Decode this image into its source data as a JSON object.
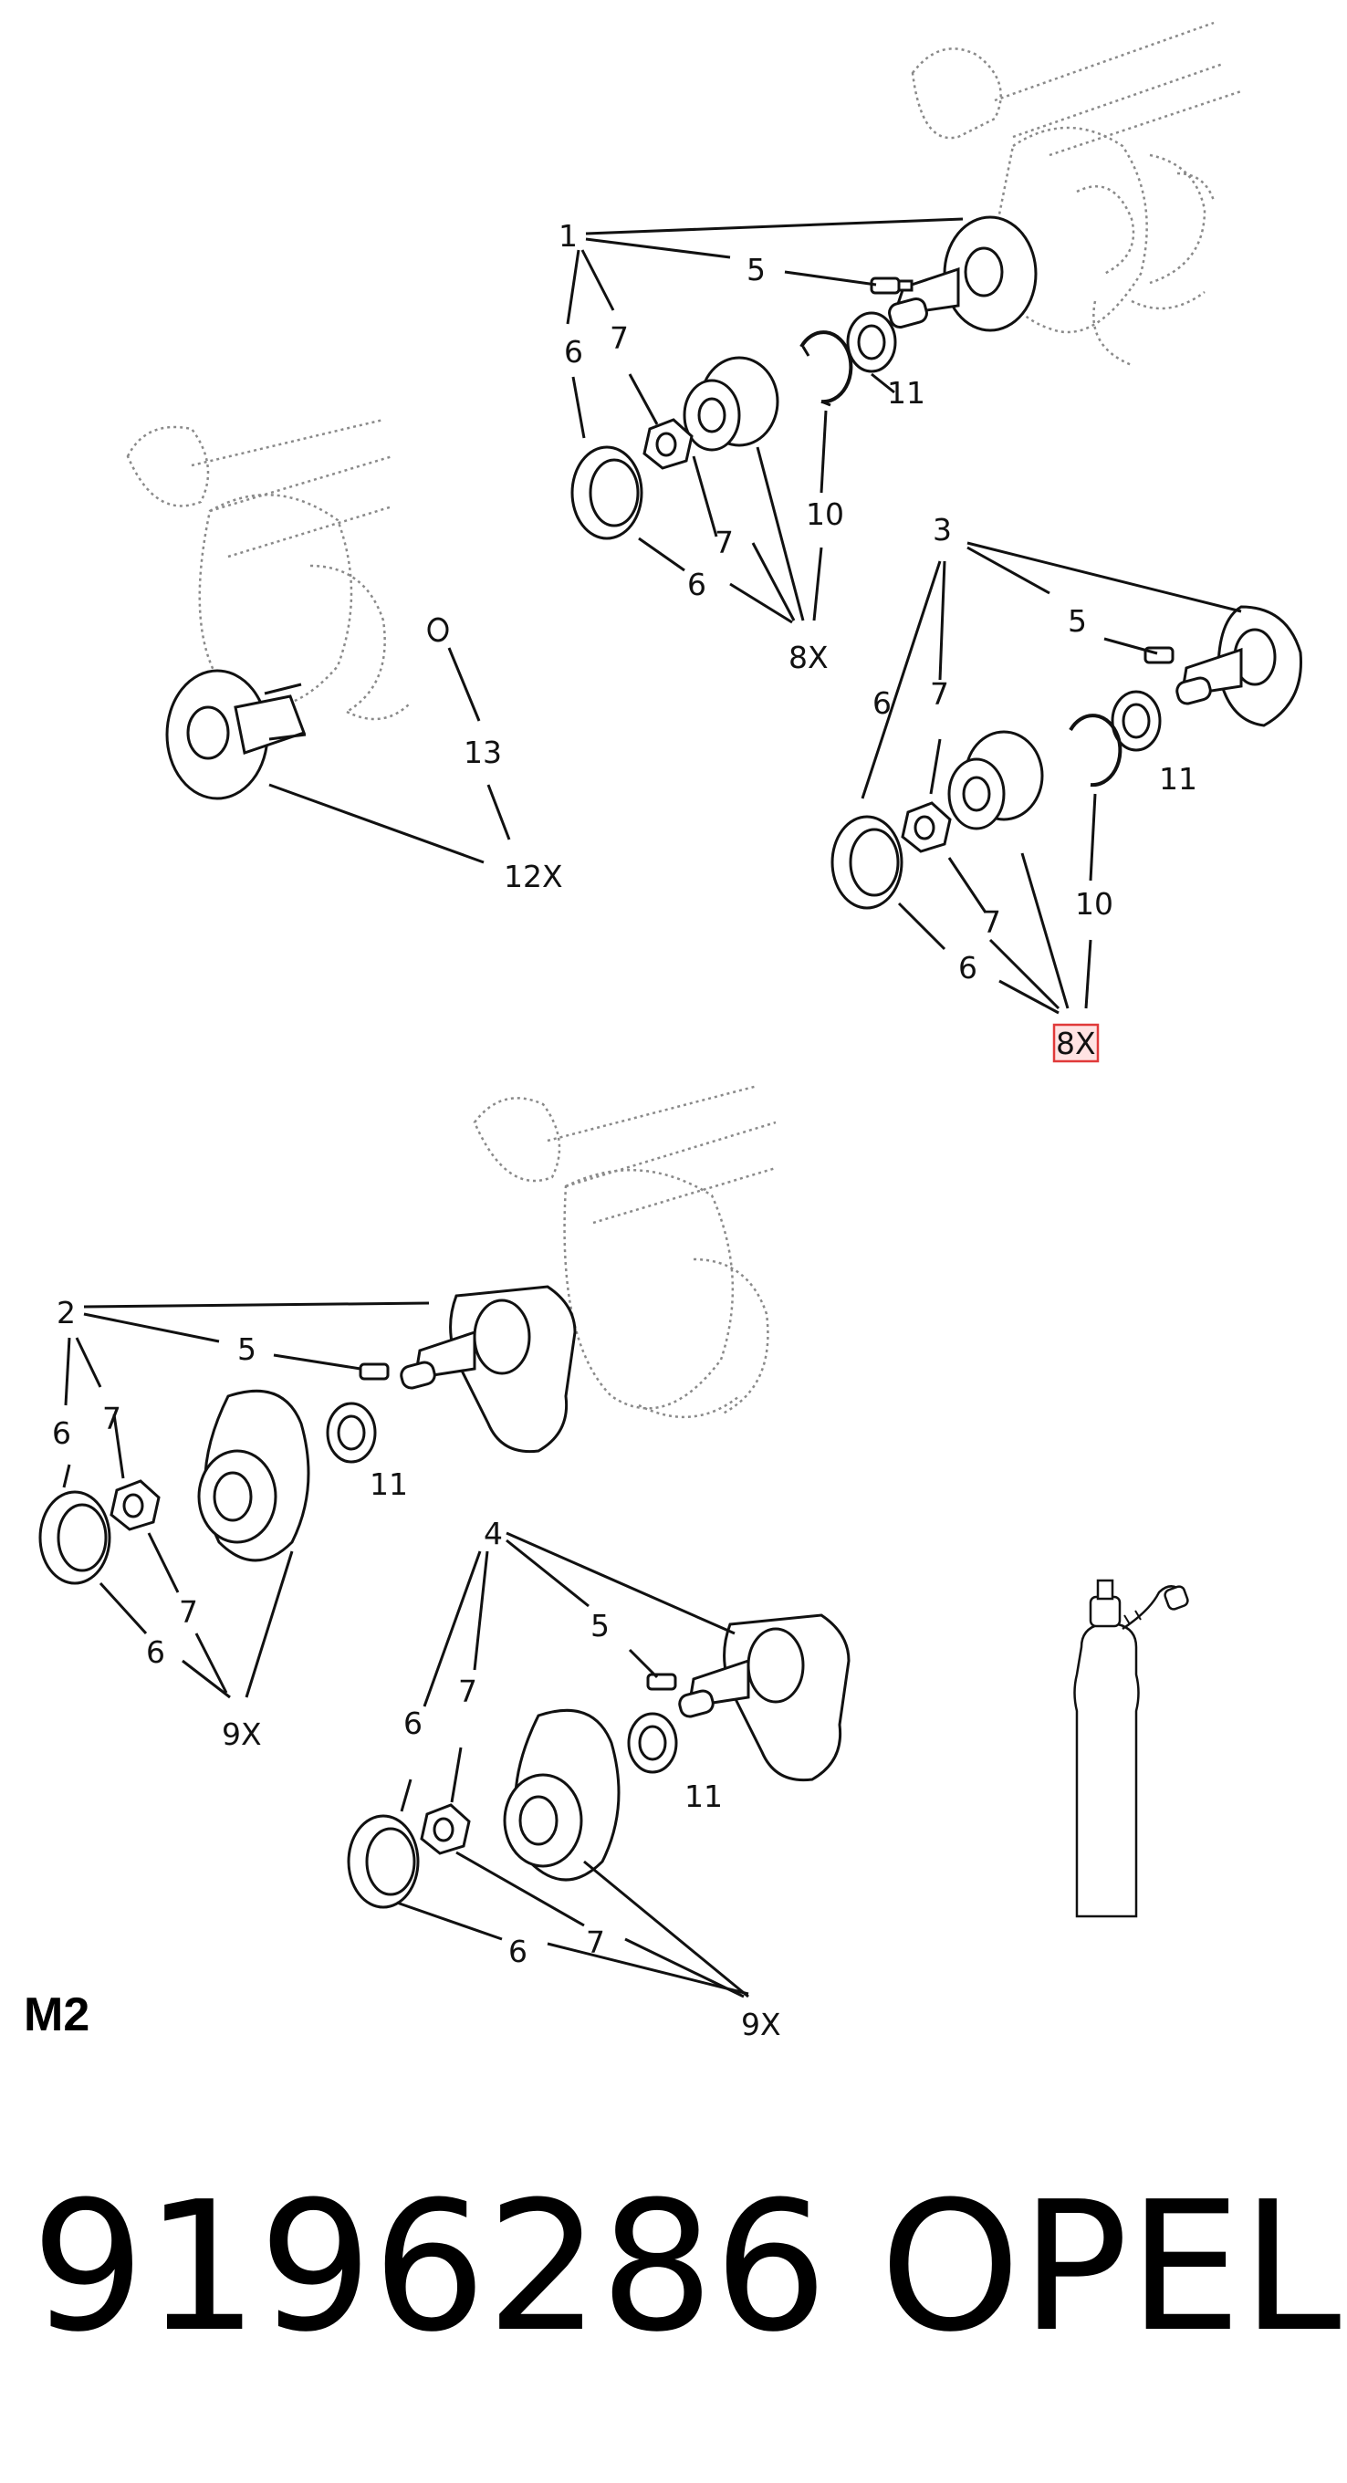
{
  "diagram": {
    "section_label": "M2",
    "callouts": {
      "g1": {
        "n1": "1",
        "n5": "5",
        "n6": "6",
        "n7": "7",
        "n11": "11",
        "n10": "10",
        "n7b": "7",
        "n6b": "6",
        "qty": "8X"
      },
      "g3": {
        "n3": "3",
        "n5": "5",
        "n6": "6",
        "n7": "7",
        "n11": "11",
        "n10": "10",
        "n7b": "7",
        "n6b": "6",
        "qty": "8X"
      },
      "g12": {
        "n13": "13",
        "qty": "12X"
      },
      "g2": {
        "n2": "2",
        "n5": "5",
        "n6": "6",
        "n7": "7",
        "n11": "11",
        "n7b": "7",
        "n6b": "6",
        "qty": "9X"
      },
      "g4": {
        "n4": "4",
        "n5": "5",
        "n6": "6",
        "n7": "7",
        "n11": "11",
        "n7b": "7",
        "n6b": "6",
        "qty": "9X"
      }
    }
  },
  "footer": {
    "part_number": "9196286",
    "brand": "OPEL"
  }
}
